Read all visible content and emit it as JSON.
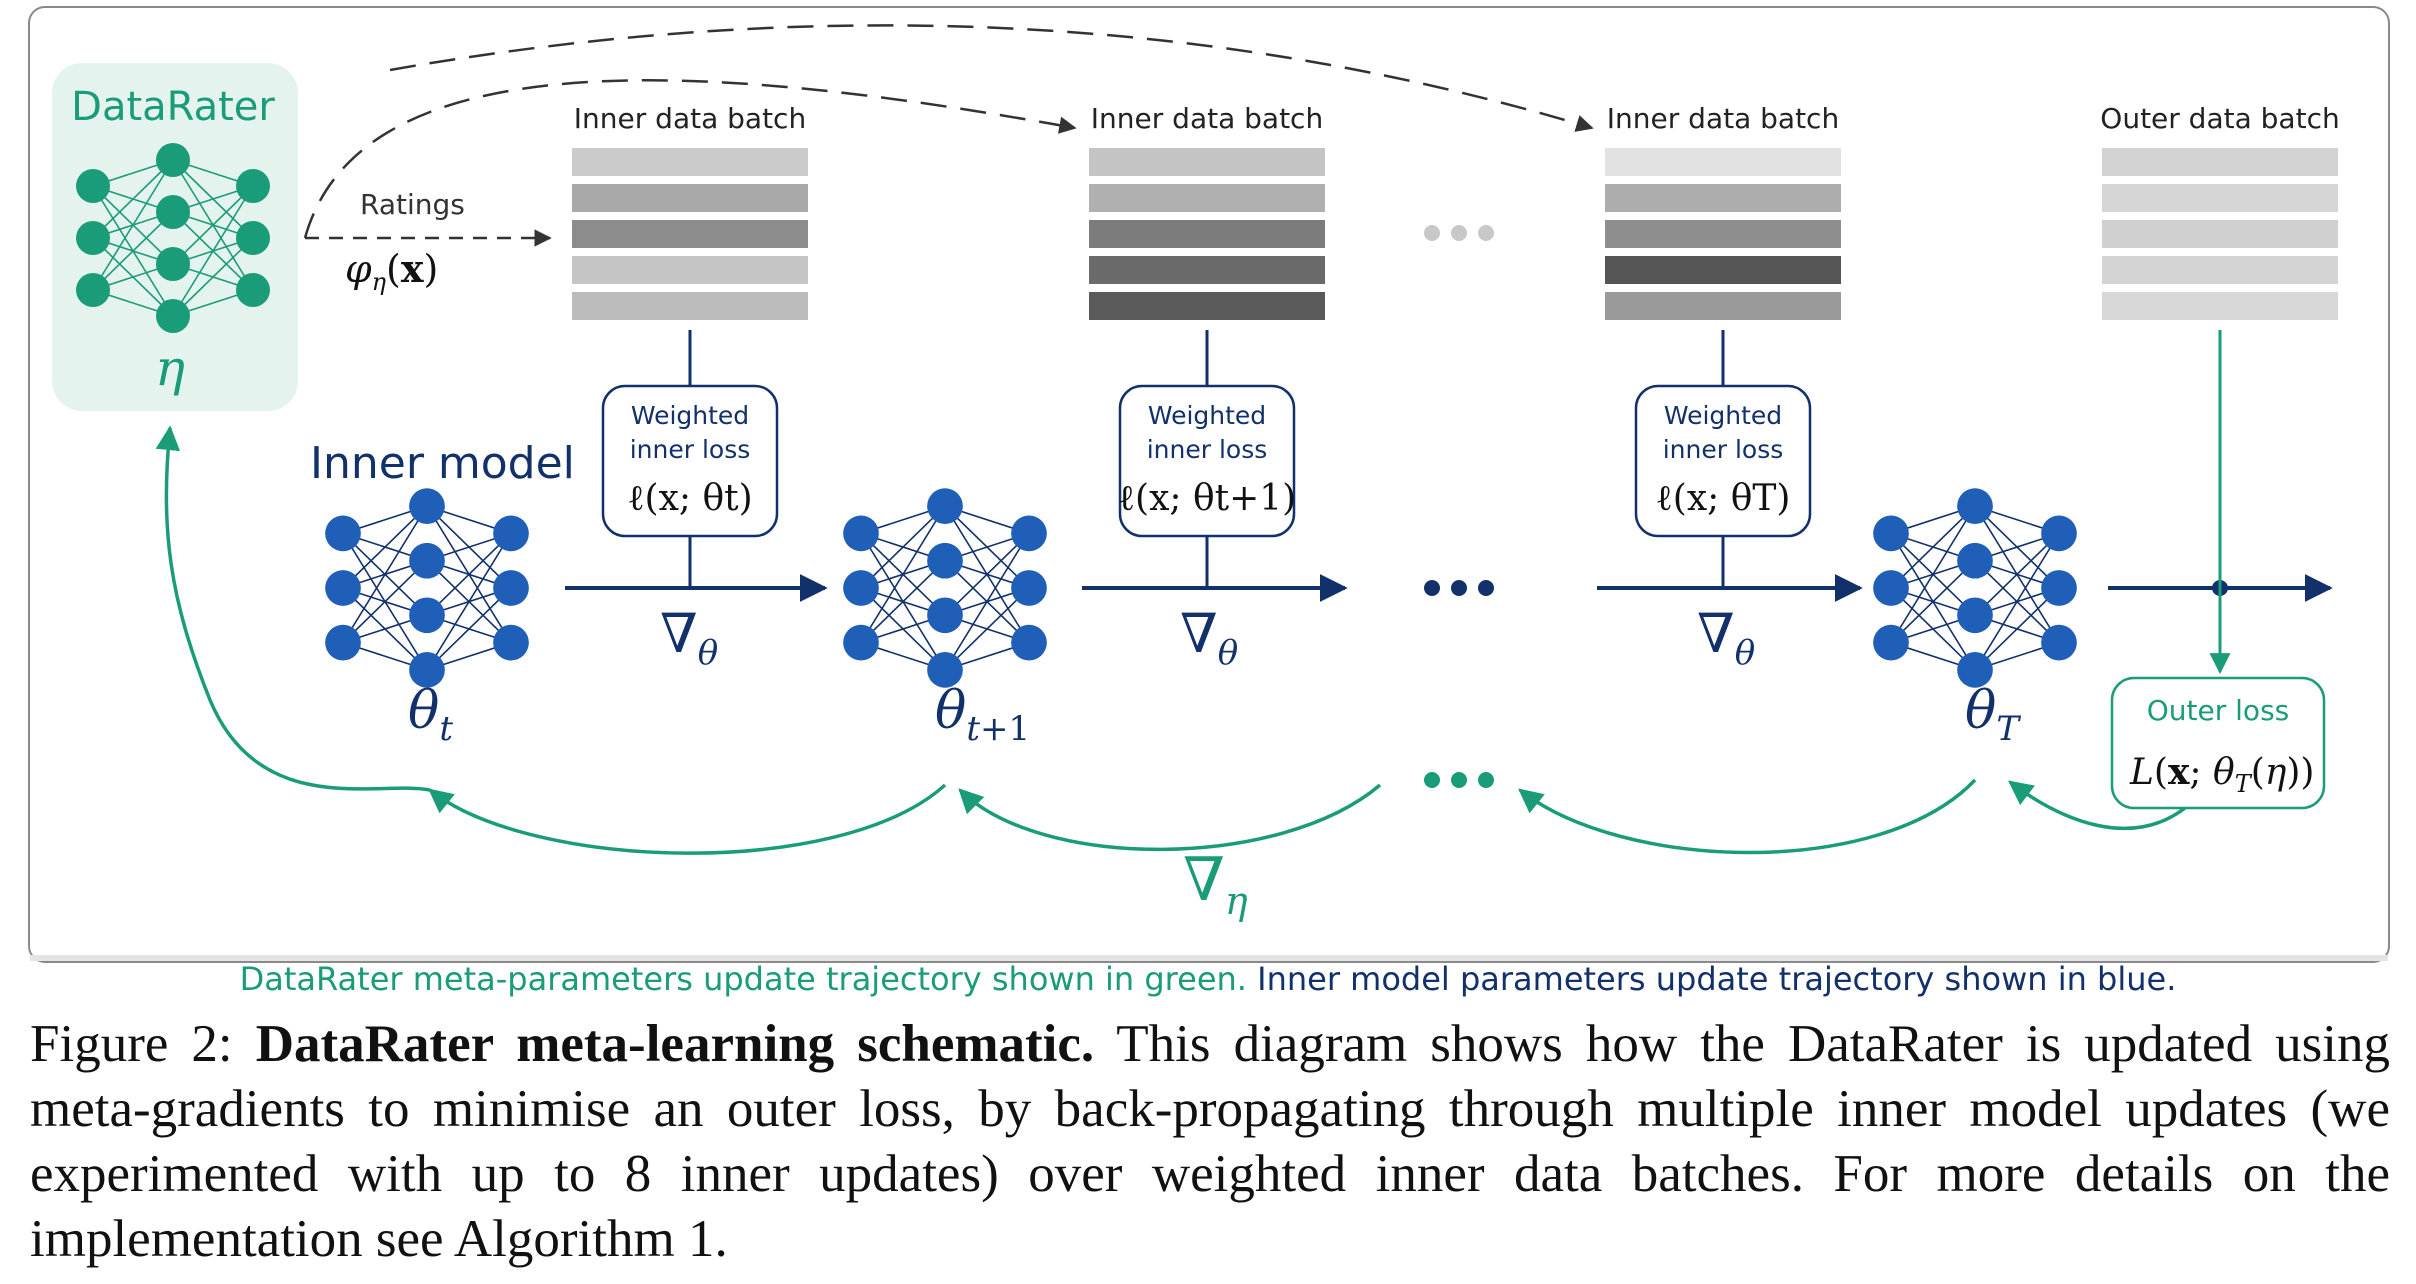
{
  "datarater": {
    "title": "DataRater",
    "param": "η",
    "ratings_label": "Ratings",
    "ratings_formula": "φη(x)",
    "color": "#1a9c78",
    "bg": "#e4f3ee"
  },
  "inner_model": {
    "label": "Inner model",
    "color": "#12316b",
    "node_color": "#1f5fb8"
  },
  "batches": [
    {
      "label": "Inner data batch",
      "shades": [
        "#cbcbcb",
        "#a9a9a9",
        "#8c8c8c",
        "#c5c5c5",
        "#bcbcbc"
      ]
    },
    {
      "label": "Inner data batch",
      "shades": [
        "#c4c4c4",
        "#b0b0b0",
        "#7c7c7c",
        "#6a6a6a",
        "#5a5a5a"
      ]
    },
    {
      "label": "Inner data batch",
      "shades": [
        "#e2e2e2",
        "#adadad",
        "#8e8e8e",
        "#555555",
        "#9a9a9a"
      ]
    },
    {
      "label": "Outer data batch",
      "shades": [
        "#d3d3d3",
        "#d6d6d6",
        "#d0d0d0",
        "#d4d4d4",
        "#d8d8d8"
      ]
    }
  ],
  "loss_boxes": [
    {
      "line1": "Weighted",
      "line2": "inner loss",
      "formula": "ℓ(x; θt)"
    },
    {
      "line1": "Weighted",
      "line2": "inner loss",
      "formula": "ℓ(x; θt+1)"
    },
    {
      "line1": "Weighted",
      "line2": "inner loss",
      "formula": "ℓ(x; θT)"
    }
  ],
  "models": [
    {
      "label": "θt"
    },
    {
      "label": "θt+1"
    },
    {
      "label": "θT"
    }
  ],
  "grad_theta": "∇θ",
  "grad_eta": "∇η",
  "outer_loss": {
    "title": "Outer loss",
    "formula": "L(x; θT(η))"
  },
  "legend": {
    "green_text": "DataRater meta-parameters update trajectory shown in green.",
    "blue_text": "Inner model parameters update trajectory shown in blue."
  },
  "caption": {
    "prefix": "Figure 2: ",
    "bold": "DataRater meta-learning schematic.",
    "body": " This diagram shows how the DataRater is updated using meta-gradients to minimise an outer loss, by back-propagating through multiple inner model updates (we experimented with up to 8 inner updates) over weighted inner data batches. For more details on the implementation see Algorithm 1."
  }
}
